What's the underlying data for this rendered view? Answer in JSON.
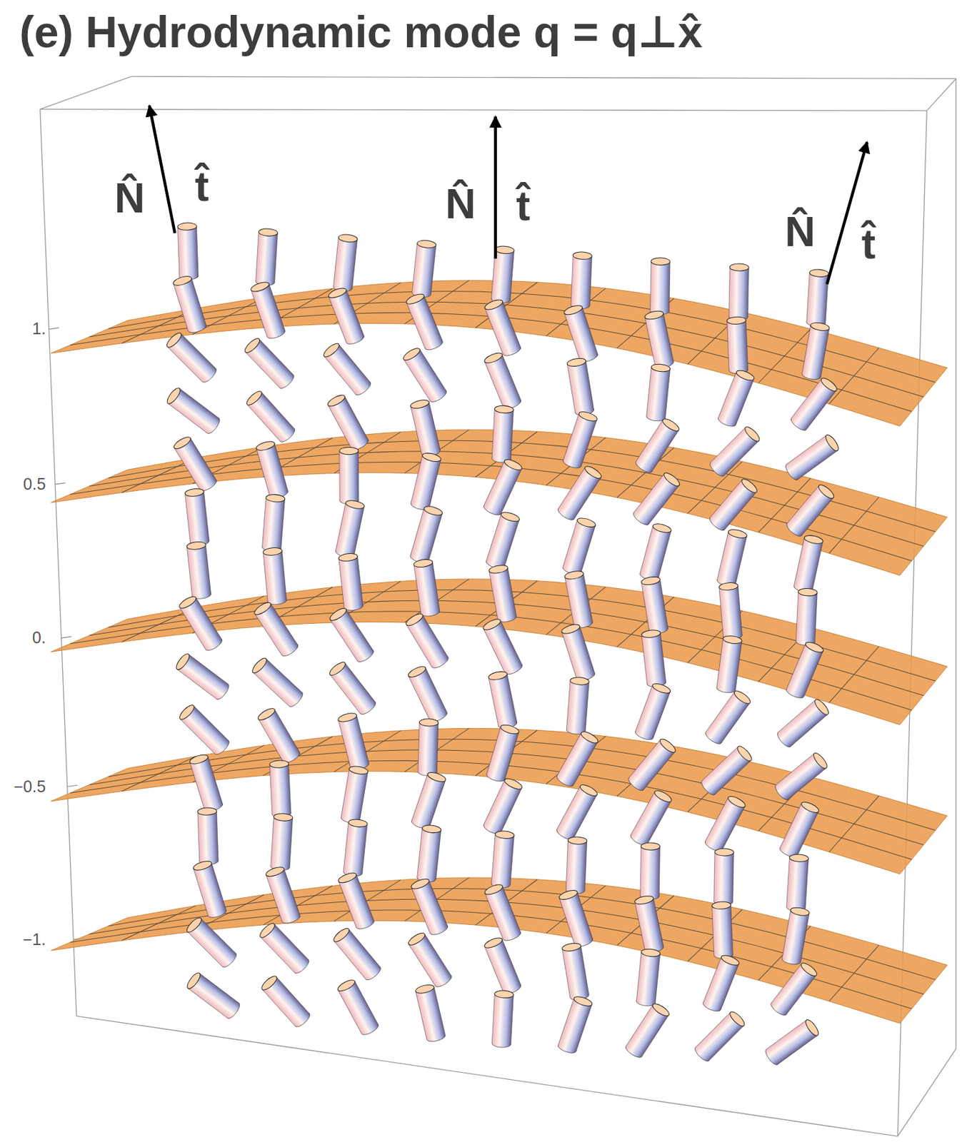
{
  "diagram": {
    "title": "(e) Hydrodynamic mode q = q⊥x̂",
    "labels": [
      "N̂",
      "t̂",
      "N̂",
      "t̂",
      "N̂",
      "t̂",
      "1.",
      "0.5",
      "0.",
      "−0.5",
      "−1."
    ]
  }
}
